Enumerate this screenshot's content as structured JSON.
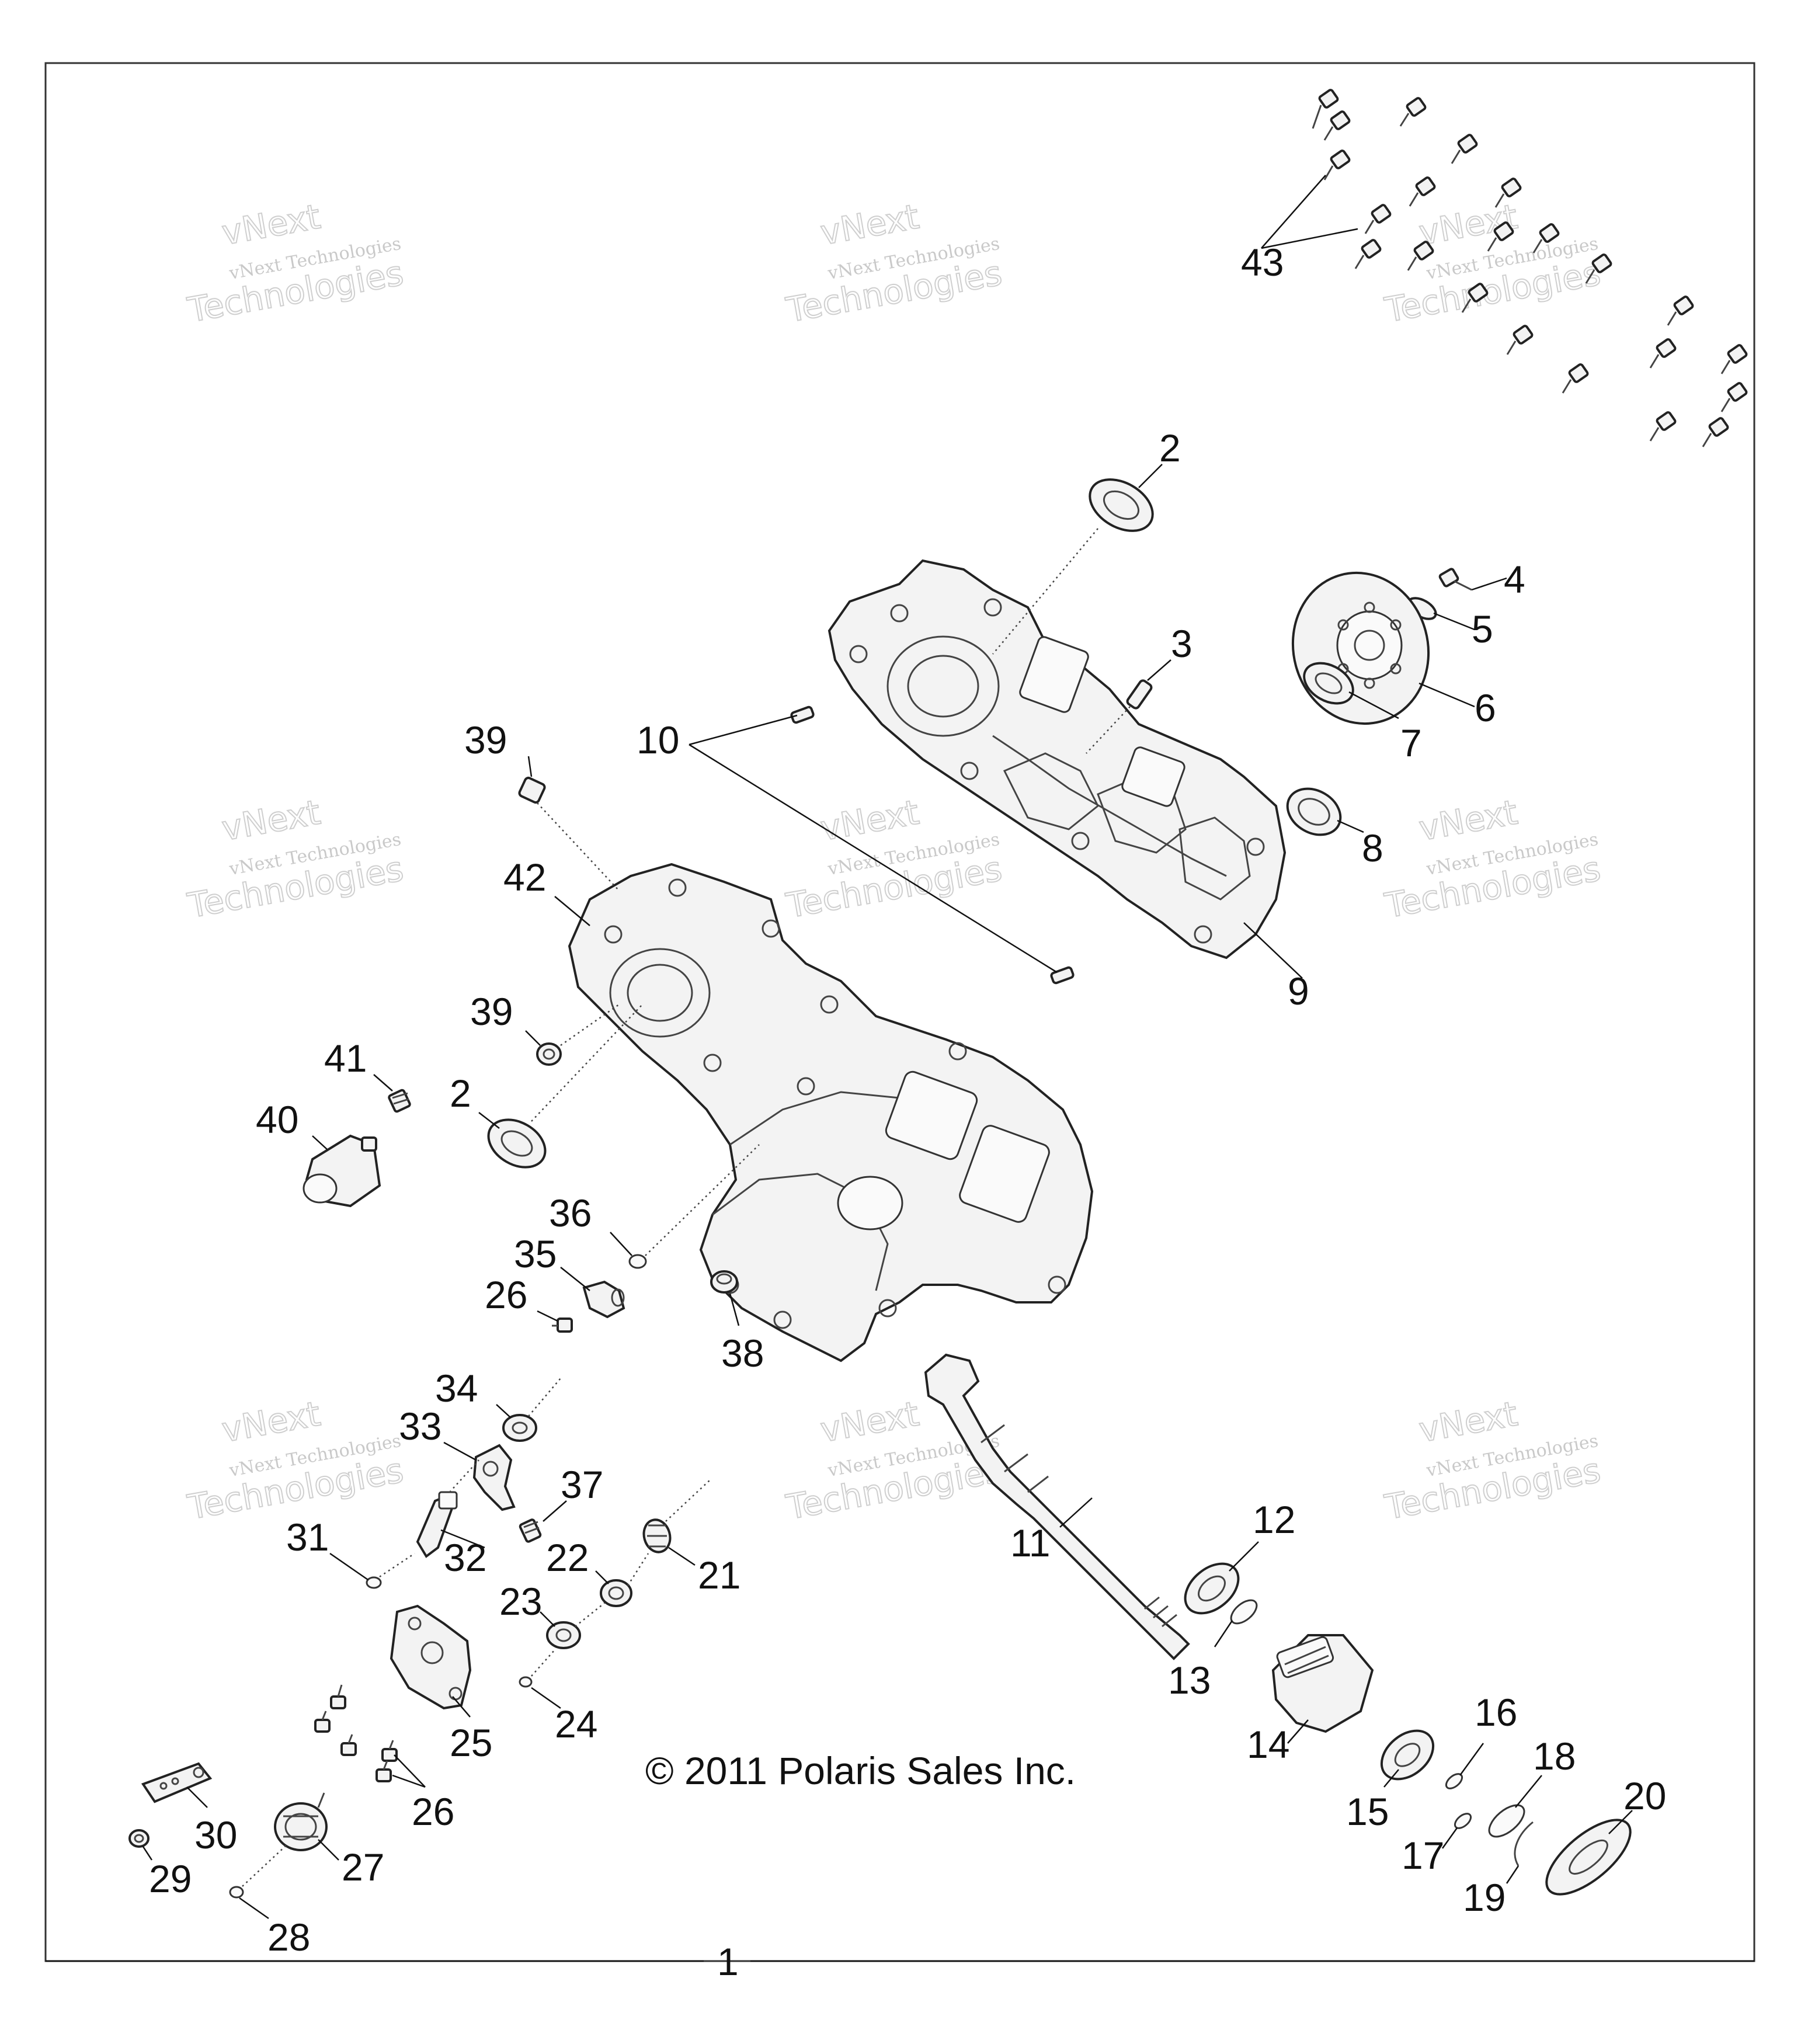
{
  "copyright": "© 2011 Polaris Sales Inc.",
  "watermark": {
    "line1": "vNext",
    "line2": "vNext Technologies",
    "line3": "Technologies"
  },
  "callouts": {
    "c1": "1",
    "c2a": "2",
    "c2b": "2",
    "c3": "3",
    "c4": "4",
    "c5": "5",
    "c6": "6",
    "c7": "7",
    "c8": "8",
    "c9": "9",
    "c10": "10",
    "c11": "11",
    "c12": "12",
    "c13": "13",
    "c14": "14",
    "c15": "15",
    "c16": "16",
    "c17": "17",
    "c18": "18",
    "c19": "19",
    "c20": "20",
    "c21": "21",
    "c22": "22",
    "c23": "23",
    "c24": "24",
    "c25": "25",
    "c26a": "26",
    "c26b": "26",
    "c27": "27",
    "c28": "28",
    "c29": "29",
    "c30": "30",
    "c31": "31",
    "c32": "32",
    "c33": "33",
    "c34": "34",
    "c35": "35",
    "c36": "36",
    "c37": "37",
    "c38": "38",
    "c39a": "39",
    "c39b": "39",
    "c40": "40",
    "c41": "41",
    "c42": "42",
    "c43": "43"
  }
}
